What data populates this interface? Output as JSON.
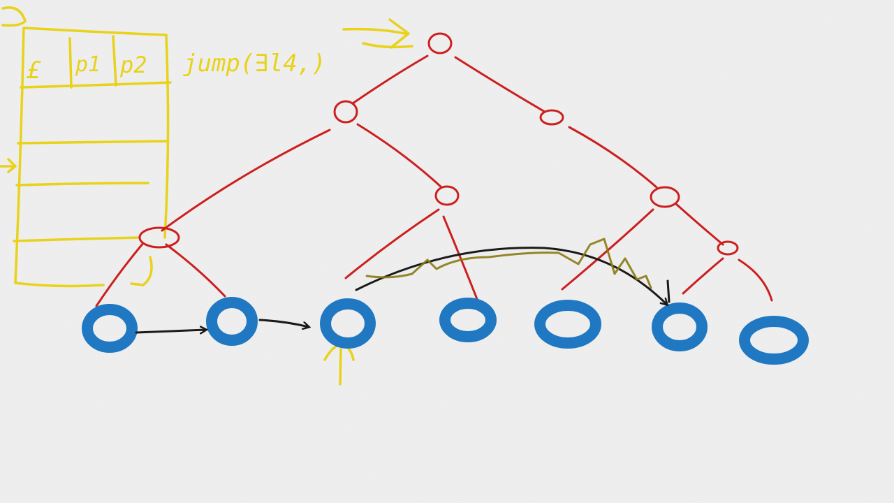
{
  "colors": {
    "paper": "#efefef",
    "tree": "#cc1f1f",
    "leaf": "#1f78c1",
    "table": "#e8d21a",
    "arrow_black": "#1a1a1a",
    "squiggle": "#8a7a10"
  },
  "table": {
    "header_cells": [
      "£",
      "p1",
      "p2"
    ]
  },
  "annotation": {
    "jump_label": "jump(∃l4,)"
  },
  "tree": {
    "internal_nodes": 7,
    "leaf_count": 7
  }
}
